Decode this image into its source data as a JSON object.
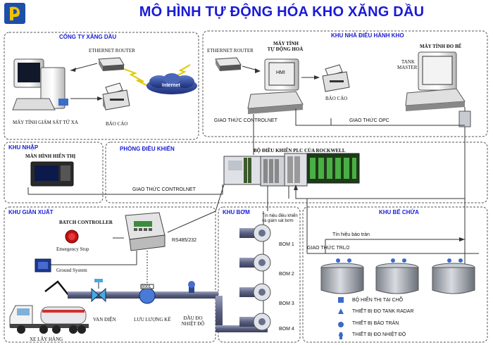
{
  "title": "MÔ HÌNH TỰ ĐỘNG HÓA KHO XĂNG DẦU",
  "zones": {
    "company": "CÔNG TY XĂNG DẦU",
    "control_house": "KHU NHÀ ĐIỀU HÀNH KHO",
    "import": "KHU NHẬP",
    "control_room": "PHÒNG ĐIỀU KHIỂN",
    "loading": "KHU GIÀN XUẤT",
    "pump": "KHU BƠM",
    "tank": "KHU BỂ CHỨA"
  },
  "labels": {
    "ethernet_router_1": "ETHERNET ROUTER",
    "remote_pc": "MÁY TÍNH GIÁM SÁT TỪ XA",
    "report_1": "BÁO CÁO",
    "internet": "Internet",
    "ethernet_router_2": "ETHERNET ROUTER",
    "auto_pc_line1": "MÁY TÍNH",
    "auto_pc_line2": "TỰ ĐỘNG HOÁ",
    "hmi": "HMI",
    "report_2": "BÁO CÁO",
    "tank_pc": "MÁY TÍNH ĐO BỂ",
    "tank_master_1": "TANK",
    "tank_master_2": "MASTER",
    "controlnet_1": "GIAO THỨC CONTROLNET",
    "opc": "GIAO THỨC OPC",
    "display_screen": "MÀN HÌNH HIỂN THỊ",
    "plc": "BỘ ĐIỀU KHIỂN PLC CỦA ROCKWELL",
    "controlnet_2": "GIAO THỨC CONTROLNET",
    "batch_controller": "BATCH CONTROLLER",
    "emergency_stop": "Emergency Stop",
    "ground_system": "Ground System",
    "rs485": "RS485/232",
    "valve": "VAN ĐIỆN",
    "flow_meter": "LƯU LƯỢNG KẾ",
    "temp_sensor_1": "ĐẦU ĐO",
    "temp_sensor_2": "NHIỆT ĐỘ",
    "truck": "XE LẤY HÀNG",
    "meter_display": "0001",
    "pump_signal_1": "Tín hiệu điều khiển",
    "pump_signal_2": "và giám sát bơm",
    "overflow_signal": "Tín hiệu báo tràn",
    "trl2": "GIAO THỨC TRL/2"
  },
  "pumps": [
    "BOM 1",
    "BOM 2",
    "BOM 3",
    "BOM 4"
  ],
  "legend": [
    {
      "label": "BỘ HIỂN THỊ TẠI CHỖ",
      "icon": "local-display-icon"
    },
    {
      "label": "THIẾT BỊ ĐO TANK RADAR",
      "icon": "radar-icon"
    },
    {
      "label": "THIẾT BỊ BÁO TRÀN",
      "icon": "overflow-icon"
    },
    {
      "label": "THIẾT BỊ ĐO NHIỆT ĐỘ",
      "icon": "temperature-icon"
    }
  ],
  "colors": {
    "title": "#1a1ad6",
    "zone_label": "#1a1ad6",
    "pipe": "#6a6f8a",
    "tank": "#8a8f9a"
  }
}
